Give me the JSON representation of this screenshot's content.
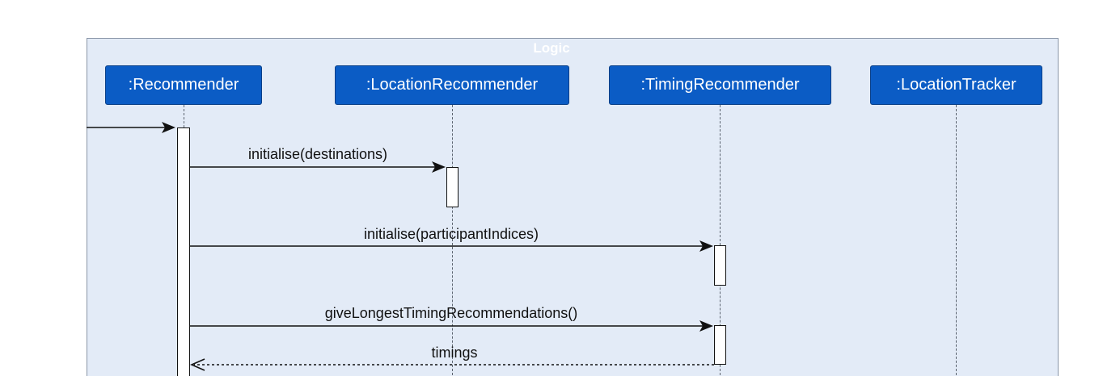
{
  "frame": {
    "title": "Logic"
  },
  "participants": [
    {
      "id": "recommender",
      "label": ":Recommender"
    },
    {
      "id": "location-recommender",
      "label": ":LocationRecommender"
    },
    {
      "id": "timing-recommender",
      "label": ":TimingRecommender"
    },
    {
      "id": "location-tracker",
      "label": ":LocationTracker"
    }
  ],
  "messages": [
    {
      "label": "initialise(destinations)",
      "from": ":Recommender",
      "to": ":LocationRecommender",
      "kind": "sync"
    },
    {
      "label": "initialise(participantIndices)",
      "from": ":Recommender",
      "to": ":TimingRecommender",
      "kind": "sync"
    },
    {
      "label": "giveLongestTimingRecommendations()",
      "from": ":Recommender",
      "to": ":TimingRecommender",
      "kind": "sync"
    },
    {
      "label": "timings",
      "from": ":TimingRecommender",
      "to": ":Recommender",
      "kind": "return"
    }
  ],
  "colors": {
    "frame_bg": "#e3ebf7",
    "participant_bg": "#0b5cc5",
    "participant_text": "#ffffff"
  }
}
